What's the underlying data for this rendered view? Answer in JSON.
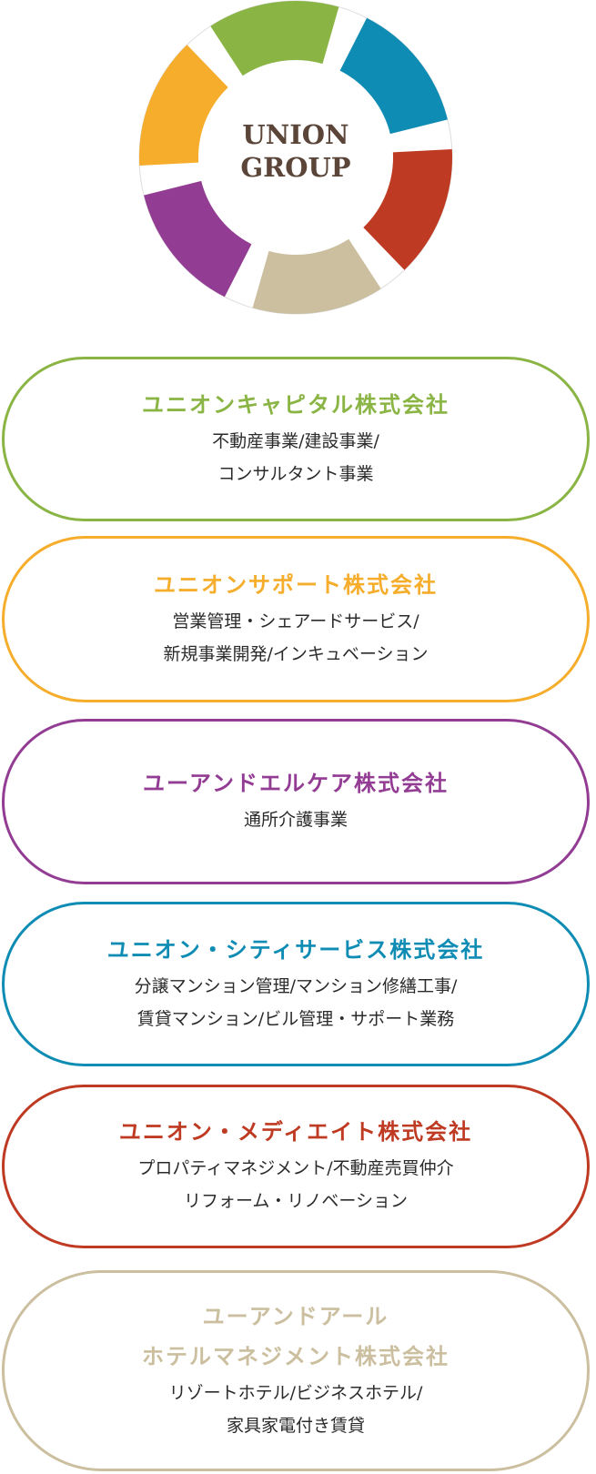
{
  "logo": {
    "line1": "UNION",
    "line2": "GROUP",
    "text_color": "#5a4538",
    "segment_colors": [
      "#8ab545",
      "#0e8cb4",
      "#bf3a22",
      "#cbbf9f",
      "#933c93",
      "#f5ad2b"
    ]
  },
  "companies": [
    {
      "title": [
        "ユニオンキャピタル株式会社"
      ],
      "desc": [
        "不動産事業/建設事業/",
        "コンサルタント事業"
      ],
      "color": "#8ab545"
    },
    {
      "title": [
        "ユニオンサポート株式会社"
      ],
      "desc": [
        "営業管理・シェアードサービス/",
        "新規事業開発/インキュベーション"
      ],
      "color": "#f5ad2b"
    },
    {
      "title": [
        "ユーアンドエルケア株式会社"
      ],
      "desc": [
        "通所介護事業"
      ],
      "color": "#933c93"
    },
    {
      "title": [
        "ユニオン・シティサービス株式会社"
      ],
      "desc": [
        "分譲マンション管理/マンション修繕工事/",
        "賃貸マンション/ビル管理・サポート業務"
      ],
      "color": "#0e8cb4"
    },
    {
      "title": [
        "ユニオン・メディエイト株式会社"
      ],
      "desc": [
        "プロパティマネジメント/不動産売買仲介",
        "リフォーム・リノベーション"
      ],
      "color": "#bf3a22"
    },
    {
      "title": [
        "ユーアンドアール",
        "ホテルマネジメント株式会社"
      ],
      "desc": [
        "リゾートホテル/ビジネスホテル/",
        "家具家電付き賃貸"
      ],
      "color": "#cbbf9f"
    }
  ]
}
